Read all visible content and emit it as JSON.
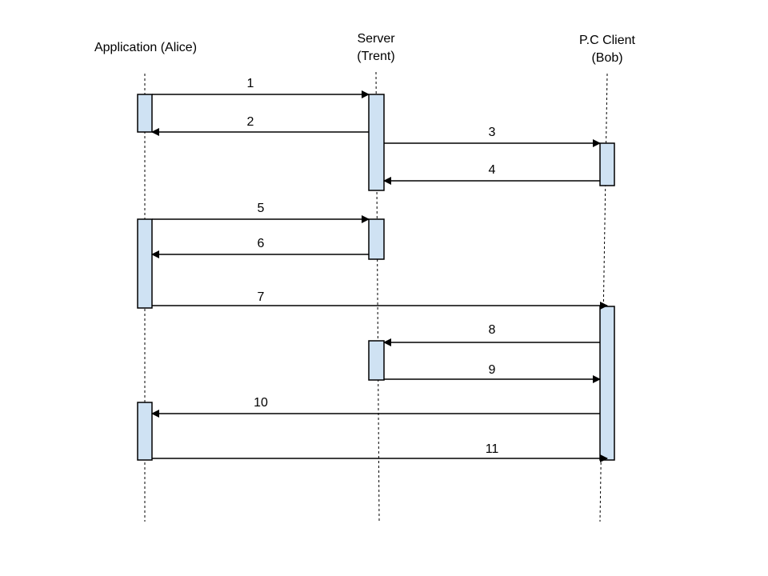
{
  "diagram": {
    "participants": [
      {
        "id": "alice",
        "lines": [
          "Application (Alice)"
        ]
      },
      {
        "id": "trent",
        "lines": [
          "Server",
          "(Trent)"
        ]
      },
      {
        "id": "bob",
        "lines": [
          "P.C Client",
          "(Bob)"
        ]
      }
    ],
    "messages": [
      {
        "label": "1",
        "from": "alice",
        "to": "trent"
      },
      {
        "label": "2",
        "from": "trent",
        "to": "alice"
      },
      {
        "label": "3",
        "from": "trent",
        "to": "bob"
      },
      {
        "label": "4",
        "from": "bob",
        "to": "trent"
      },
      {
        "label": "5",
        "from": "alice",
        "to": "trent"
      },
      {
        "label": "6",
        "from": "trent",
        "to": "alice"
      },
      {
        "label": "7",
        "from": "alice",
        "to": "bob"
      },
      {
        "label": "8",
        "from": "bob",
        "to": "trent"
      },
      {
        "label": "9",
        "from": "trent",
        "to": "bob"
      },
      {
        "label": "10",
        "from": "bob",
        "to": "alice"
      },
      {
        "label": "11",
        "from": "alice",
        "to": "bob"
      }
    ],
    "colors": {
      "activation_fill": "#cfe2f3",
      "line": "#000000"
    }
  }
}
